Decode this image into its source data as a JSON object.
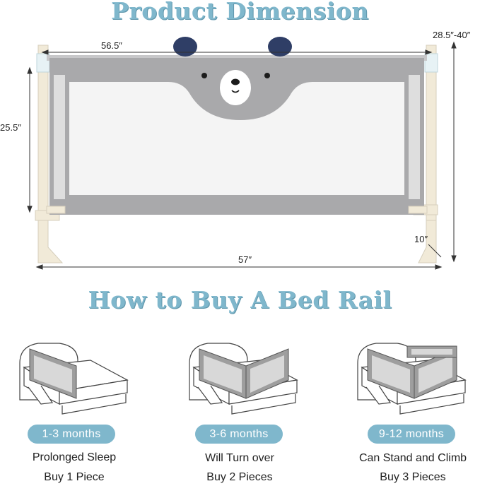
{
  "titles": {
    "product_dimension": "Product Dimension",
    "how_to_buy": "How to Buy A Bed Rail"
  },
  "dimensions": {
    "top_width": "56.5″",
    "bottom_width": "57″",
    "height": "25.5″",
    "adjustable_height": "28.5″-40″",
    "foot_depth": "10″"
  },
  "options": [
    {
      "age": "1-3 months",
      "stage": "Prolonged Sleep",
      "buy": "Buy 1 Piece",
      "rails": 1
    },
    {
      "age": "3-6 months",
      "stage": "Will Turn over",
      "buy": "Buy 2 Pieces",
      "rails": 2
    },
    {
      "age": "9-12 months",
      "stage": "Can Stand and Climb",
      "buy": "Buy 3 Pieces",
      "rails": 3
    }
  ],
  "colors": {
    "accent": "#7fb7cc",
    "rail_fabric": "#a9a9ab",
    "mesh": "#f4f4f4",
    "ears": "#2f3e66",
    "posts": "#f1ead8"
  }
}
